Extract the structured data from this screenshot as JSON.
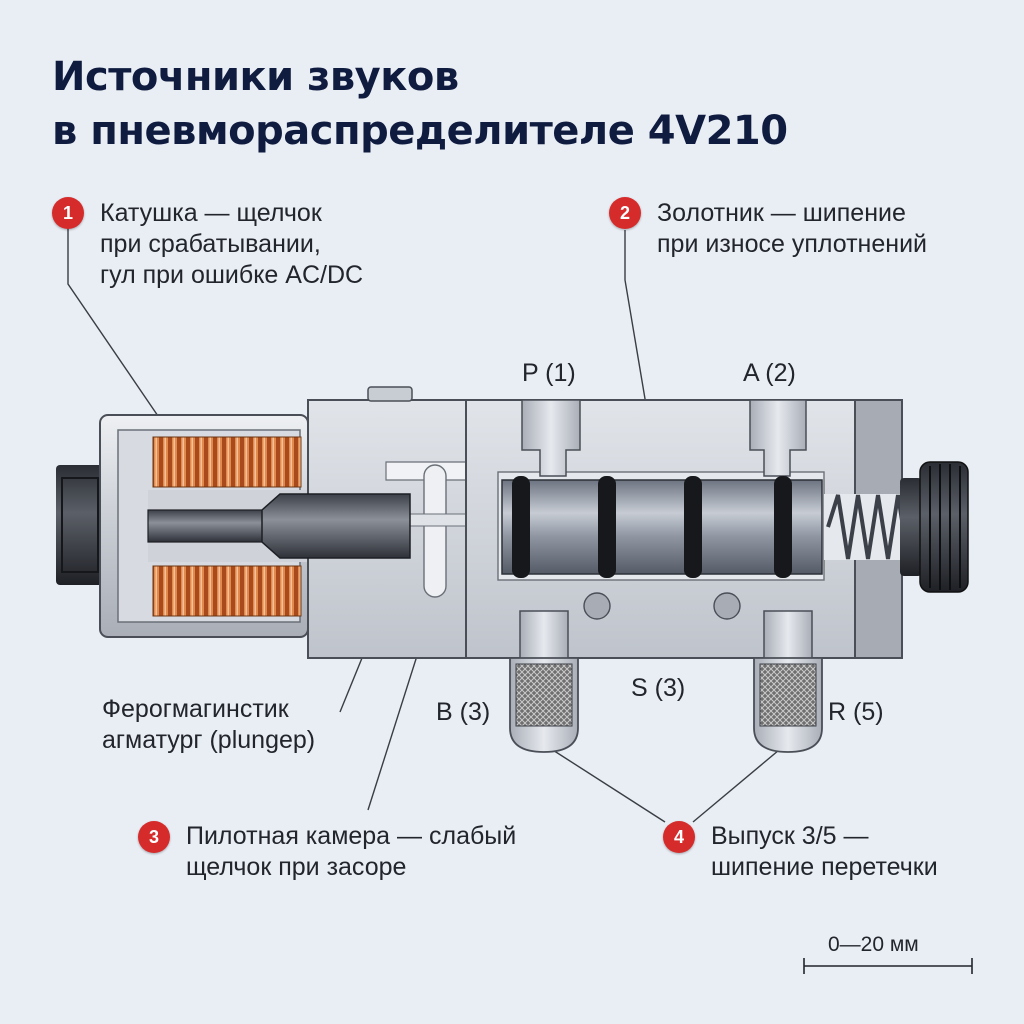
{
  "title": {
    "line1": "Источники звуков",
    "line2": "в пневмораспределителе 4V210"
  },
  "notes": [
    {
      "num": "1",
      "lines": [
        "Катушка — щелчок",
        "при срабатывании,",
        "гул при ошибке AC/DC"
      ]
    },
    {
      "num": "2",
      "lines": [
        "Золотник — шипение",
        "при износе уплотнений"
      ]
    },
    {
      "num": "3",
      "lines": [
        "Пилотная камера — слабый",
        "щелчок при засоре"
      ]
    },
    {
      "num": "4",
      "lines": [
        "Выпуск 3/5 —",
        "шипение перетечки"
      ]
    }
  ],
  "plunger_label": {
    "lines": [
      "Ферогмагинстик",
      "агматург (plungep)"
    ]
  },
  "ports": {
    "p": "P (1)",
    "a": "A (2)",
    "b": "B (3)",
    "s": "S (3)",
    "r": "R (5)"
  },
  "scale": {
    "label": "0—20 мм"
  },
  "colors": {
    "badge": "#d62b2b",
    "title": "#0f1c3f",
    "coil": "#c4612b",
    "body": "#c9ced6"
  }
}
